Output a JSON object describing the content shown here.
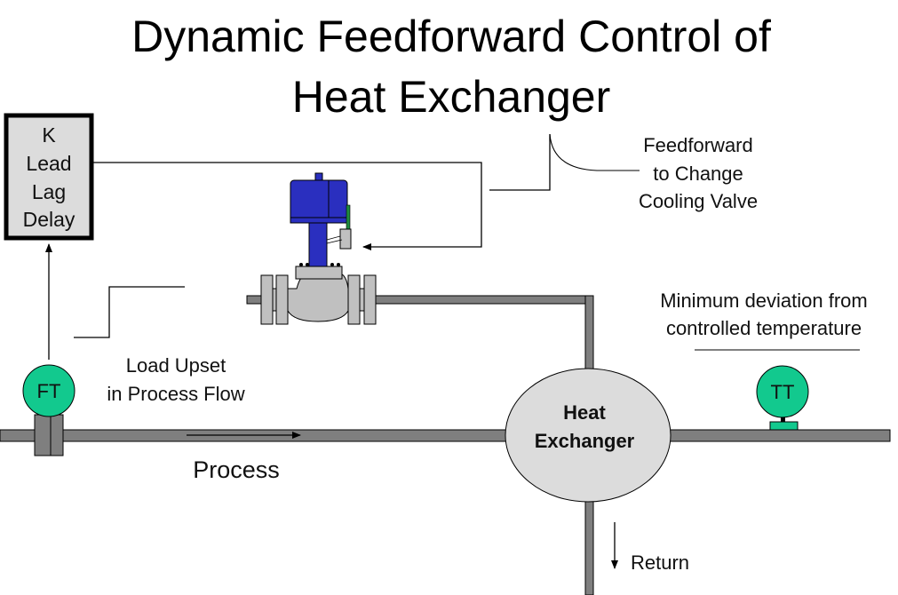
{
  "title": {
    "line1": "Dynamic Feedforward Control of",
    "line2": "Heat Exchanger"
  },
  "controller_box": {
    "lines": [
      "K",
      "Lead",
      "Lag",
      "Delay"
    ]
  },
  "annotations": {
    "feedforward": [
      "Feedforward",
      "to Change",
      "Cooling Valve"
    ],
    "load_upset": [
      "Load Upset",
      "in Process Flow"
    ],
    "min_deviation": [
      "Minimum deviation from",
      "controlled temperature"
    ],
    "process": "Process",
    "return": "Return"
  },
  "instruments": {
    "flow_transmitter": "FT",
    "temperature_transmitter": "TT"
  },
  "equipment": {
    "heat_exchanger": [
      "Heat",
      "Exchanger"
    ]
  },
  "colors": {
    "pipe": "#7f7f7f",
    "instrument": "#12c98e",
    "valve_actuator": "#2a2fbf",
    "valve_body": "#c0c0c0",
    "exchanger": "#dcdcdc",
    "box_fill": "#dcdcdc"
  }
}
